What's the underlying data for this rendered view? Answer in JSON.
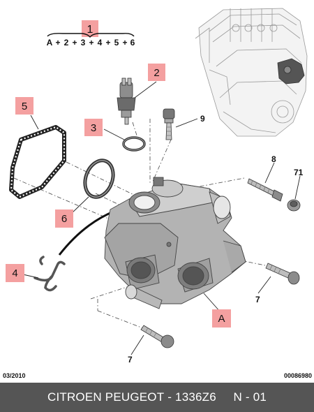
{
  "formula": {
    "badge": "1",
    "items": [
      "A",
      "+",
      "2",
      "+",
      "3",
      "+",
      "4",
      "+",
      "5",
      "+",
      "6"
    ]
  },
  "callouts": {
    "c1": "1",
    "c2": "2",
    "c3": "3",
    "c4": "4",
    "c5": "5",
    "c6": "6",
    "cA": "A"
  },
  "labels": {
    "l9": "9",
    "l8": "8",
    "l71": "71",
    "l7a": "7",
    "l7b": "7"
  },
  "date_code": "03/2010",
  "doc_number": "00086980",
  "footer": {
    "brand": "CITROEN PEUGEOT",
    "separator": " - ",
    "part_number": "1336Z6",
    "gap": "     ",
    "page": "N - 01"
  },
  "colors": {
    "callout_fill": "#f4a0a0",
    "footer_bg": "#555555"
  }
}
